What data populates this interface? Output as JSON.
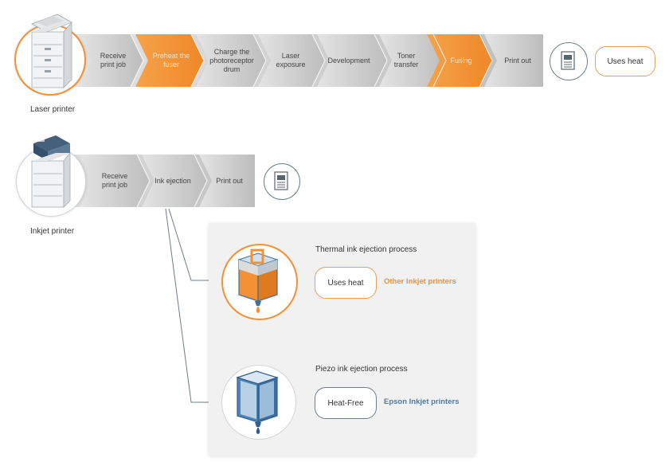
{
  "laser": {
    "label": "Laser printer",
    "steps": [
      {
        "text": "Receive print job",
        "highlight": false
      },
      {
        "text": "Preheat the fuser",
        "highlight": true
      },
      {
        "text": "Charge the photoreceptor drum",
        "highlight": false
      },
      {
        "text": "Laser exposure",
        "highlight": false
      },
      {
        "text": "Development",
        "highlight": false
      },
      {
        "text": "Toner transfer",
        "highlight": false
      },
      {
        "text": "Fusing",
        "highlight": true
      },
      {
        "text": "Print out",
        "highlight": false
      }
    ],
    "result": "Uses heat",
    "output_icon": "document-icon"
  },
  "inkjet": {
    "label": "Inkjet printer",
    "steps": [
      {
        "text": "Receive print job",
        "highlight": false
      },
      {
        "text": "Ink ejection",
        "highlight": false
      },
      {
        "text": "Print out",
        "highlight": false
      }
    ],
    "output_icon": "document-icon"
  },
  "processes": {
    "thermal": {
      "title": "Thermal ink ejection process",
      "tag": "Uses heat",
      "brand": "Other Inkjet printers"
    },
    "piezo": {
      "title": "Piezo ink ejection process",
      "tag": "Heat-Free",
      "brand": "Epson Inkjet printers"
    }
  },
  "colors": {
    "orange": "#f39134",
    "grey": "#c9c9c9",
    "blue": "#4f86b6",
    "epson_text": "#4f7aa0"
  }
}
